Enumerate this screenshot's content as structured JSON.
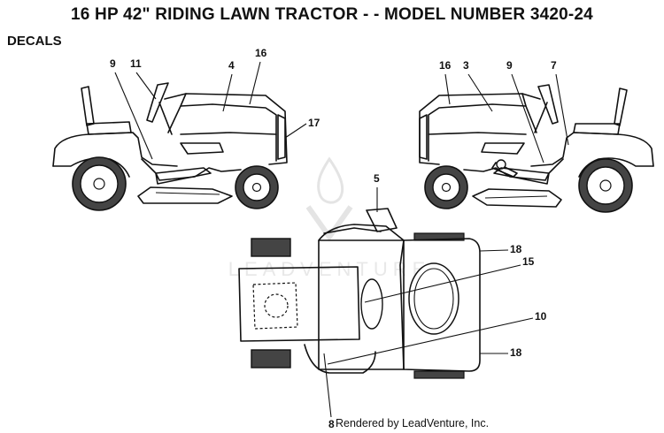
{
  "header": {
    "title": "16 HP 42\" RIDING LAWN TRACTOR - - MODEL NUMBER 3420-24",
    "section": "DECALS"
  },
  "callouts": {
    "left_view": [
      "9",
      "11",
      "4",
      "16",
      "17"
    ],
    "right_view": [
      "16",
      "3",
      "9",
      "7"
    ],
    "top_view": [
      "5",
      "18",
      "15",
      "10",
      "18",
      "8"
    ]
  },
  "watermark": {
    "text": "LEADVENTURE"
  },
  "footer": {
    "credit": "Rendered by LeadVenture, Inc."
  },
  "colors": {
    "line": "#111111",
    "watermark": "#dcdcdc",
    "tire_fill": "#444444"
  }
}
